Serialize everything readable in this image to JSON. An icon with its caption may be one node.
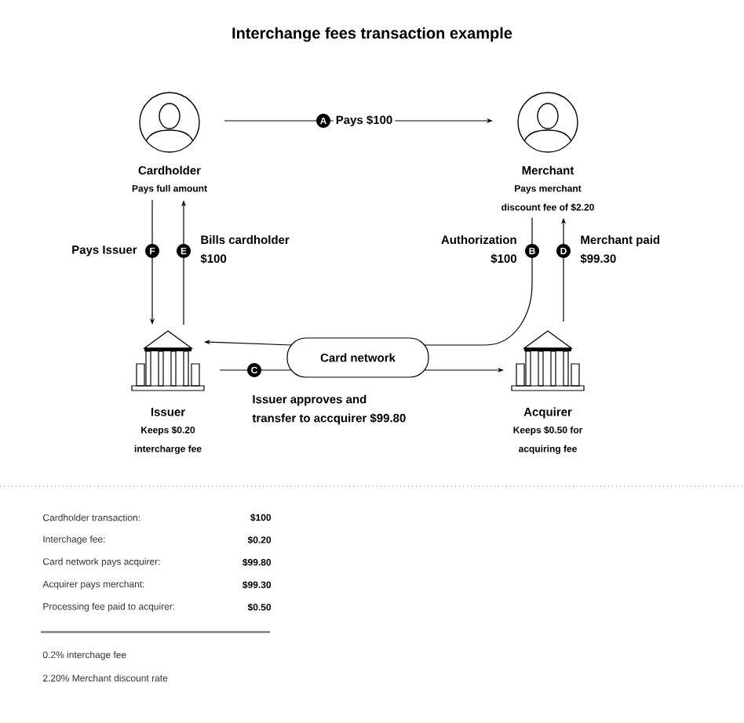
{
  "diagram": {
    "title": "Interchange fees transaction example",
    "nodes": [
      {
        "text": [
          "Cardholder",
          "Pays full amount"
        ]
      },
      {
        "text": [
          "Merchant",
          "Pays merchant discount fee of $2.20"
        ]
      },
      {
        "text": [
          "Issuer",
          "Keeps $0.20 intercharge fee"
        ]
      },
      {
        "text": [
          "Card network"
        ]
      },
      {
        "text": [
          "Acquirer",
          "Keeps $0.50 for acquiring fee"
        ]
      }
    ],
    "edges": [
      {
        "from": 0,
        "to": 1,
        "arrow": "to",
        "label": "Pays $100"
      },
      {
        "from": 0,
        "to": 2,
        "arrow": "to",
        "label": "Pays Issuer"
      },
      {
        "from": 2,
        "to": 0,
        "arrow": "to",
        "label": "Bills cardholder $100"
      },
      {
        "from": 1,
        "to": 3,
        "arrow": "none",
        "label": "Authorization $100"
      },
      {
        "from": 3,
        "to": 2,
        "arrow": "to"
      },
      {
        "from": 4,
        "to": 1,
        "arrow": "to",
        "label": "Merchant paid $99.30"
      },
      {
        "from": 2,
        "to": 3,
        "arrow": "none",
        "label": "Issuer approves and transfer to accquirer $99.80"
      },
      {
        "from": 3,
        "to": 4,
        "arrow": "to"
      }
    ],
    "labels": [
      "A",
      "F",
      "E",
      "B",
      "D",
      "C",
      "Cardholder transaction:",
      "$100",
      "Interchage fee:",
      "$0.20",
      "Card network pays acquirer:",
      "$99.80",
      "Acquirer pays merchant:",
      "$99.30",
      "Processing fee paid to acquirer:",
      "$0.50",
      "0.2% interchage fee",
      "2.20% Merchant discount rate"
    ]
  }
}
